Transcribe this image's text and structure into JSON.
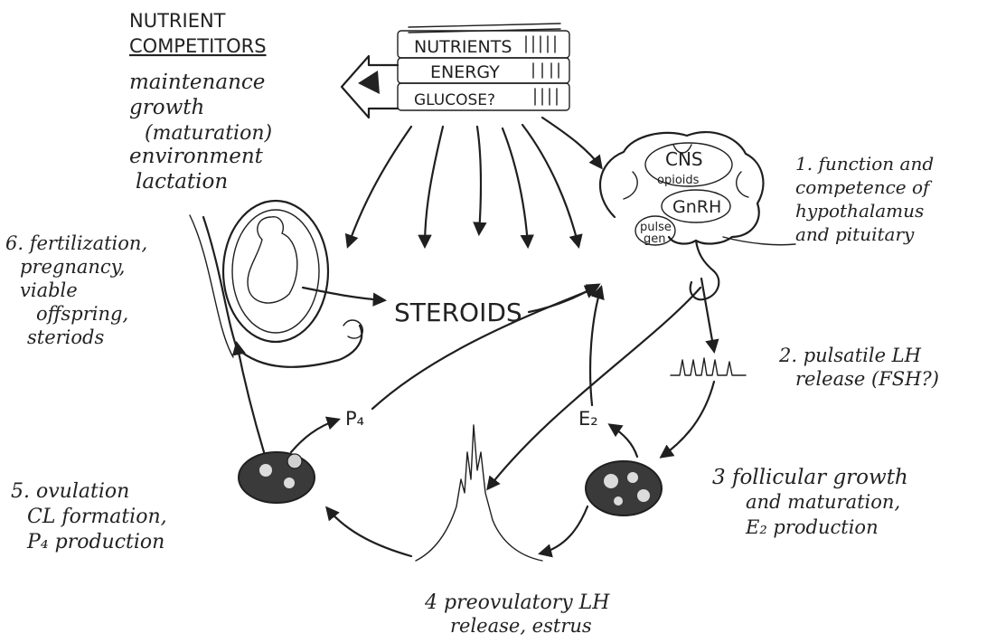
{
  "competitors": {
    "title_line1": "NUTRIENT",
    "title_line2": "COMPETITORS",
    "items": [
      "maintenance",
      "growth",
      "(maturation)",
      "environment",
      "lactation"
    ]
  },
  "supply": {
    "nutrients": "NUTRIENTS",
    "energy": "ENERGY",
    "glucose": "GLUCOSE?"
  },
  "brain": {
    "cns": "CNS",
    "opioids": "opioids",
    "gnrh": "GnRH",
    "pulse": "pulse",
    "gen": "gen"
  },
  "center": {
    "steroids": "STEROIDS"
  },
  "steps": {
    "s1": [
      "1. function and",
      "competence of",
      "hypothalamus",
      "and pituitary"
    ],
    "s2": [
      "2. pulsatile LH",
      "release (FSH?)"
    ],
    "s3": [
      "3 follicular growth",
      "and maturation,",
      "E₂ production"
    ],
    "s4": [
      "4 preovulatory LH",
      "release, estrus"
    ],
    "s5": [
      "5. ovulation",
      "CL formation,",
      "P₄ production"
    ],
    "s6": [
      "6. fertilization,",
      "pregnancy,",
      "viable",
      "offspring,",
      "steriods"
    ]
  },
  "hormones": {
    "p4": "P₄",
    "e2": "E₂"
  }
}
